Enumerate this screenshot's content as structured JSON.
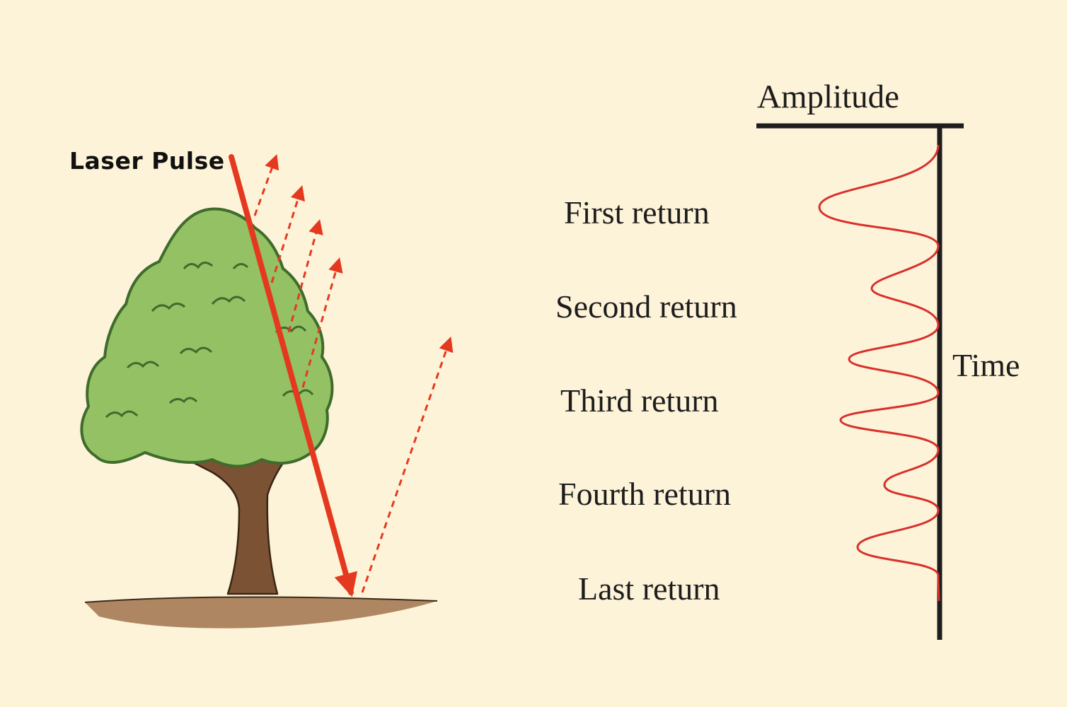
{
  "laser_label": "Laser Pulse",
  "waveform": {
    "axis_top_label": "Amplitude",
    "axis_side_label": "Time",
    "returns": [
      {
        "label": "First return"
      },
      {
        "label": "Second return"
      },
      {
        "label": "Third return"
      },
      {
        "label": "Fourth return"
      },
      {
        "label": "Last return"
      }
    ]
  },
  "colors": {
    "background": "#fdf3d9",
    "laser": "#e5391f",
    "canopy": "#93c163",
    "canopy_dark": "#3f6b2c",
    "trunk": "#7b5233",
    "ground": "#a0734c",
    "waveform": "#d8302a",
    "axis": "#1d1d1d"
  }
}
